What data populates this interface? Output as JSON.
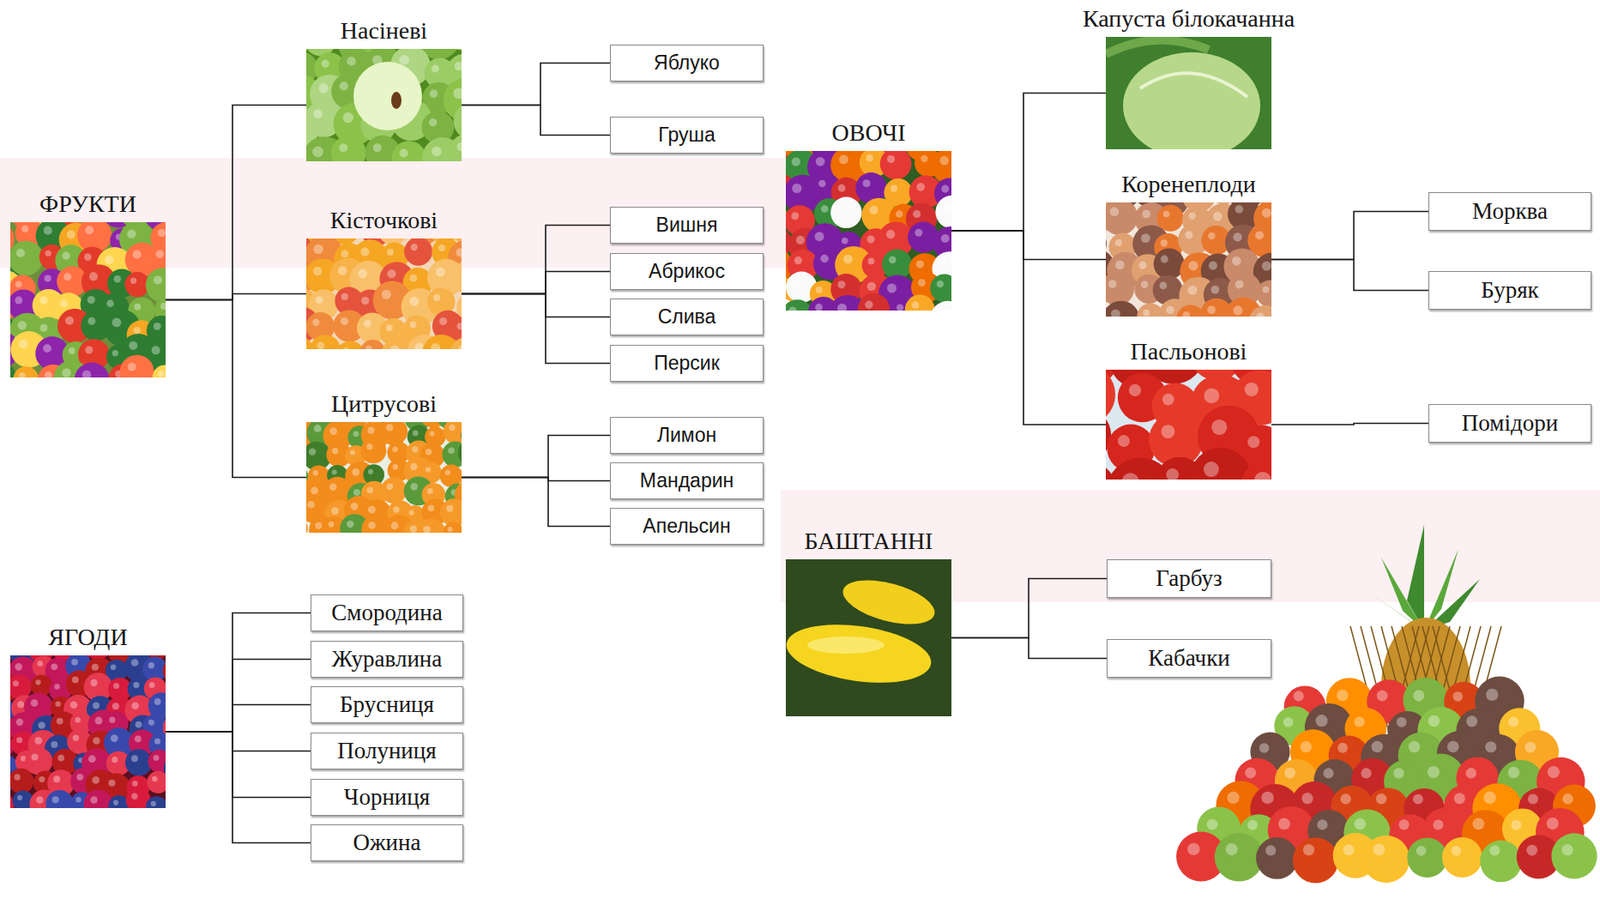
{
  "diagram": {
    "nodes": [
      {
        "text": [
          "ФРУКТИ"
        ]
      },
      {
        "text": [
          "Насіневі"
        ]
      },
      {
        "text": [
          "Яблуко"
        ]
      },
      {
        "text": [
          "Груша"
        ]
      },
      {
        "text": [
          "Кісточкові"
        ]
      },
      {
        "text": [
          "Вишня"
        ]
      },
      {
        "text": [
          "Абрикос"
        ]
      },
      {
        "text": [
          "Слива"
        ]
      },
      {
        "text": [
          "Персик"
        ]
      },
      {
        "text": [
          "Цитрусові"
        ]
      },
      {
        "text": [
          "Лимон"
        ]
      },
      {
        "text": [
          "Мандарин"
        ]
      },
      {
        "text": [
          "Апельсин"
        ]
      },
      {
        "text": [
          "ЯГОДИ"
        ]
      },
      {
        "text": [
          "Смородина"
        ]
      },
      {
        "text": [
          "Журавлина"
        ]
      },
      {
        "text": [
          "Брусниця"
        ]
      },
      {
        "text": [
          "Полуниця"
        ]
      },
      {
        "text": [
          "Чорниця"
        ]
      },
      {
        "text": [
          "Ожина"
        ]
      },
      {
        "text": [
          "ОВОЧІ"
        ]
      },
      {
        "text": [
          "Капуста білокачанна"
        ]
      },
      {
        "text": [
          "Коренеплоди"
        ]
      },
      {
        "text": [
          "Морква"
        ]
      },
      {
        "text": [
          "Буряк"
        ]
      },
      {
        "text": [
          "Пасльонові"
        ]
      },
      {
        "text": [
          "Помідори"
        ]
      },
      {
        "text": [
          "БАШТАННІ"
        ]
      },
      {
        "text": [
          "Гарбуз"
        ]
      },
      {
        "text": [
          "Кабачки"
        ]
      }
    ],
    "edges": [
      {
        "from": 0,
        "to": 1,
        "arrow": "none"
      },
      {
        "from": 0,
        "to": 4,
        "arrow": "none"
      },
      {
        "from": 0,
        "to": 9,
        "arrow": "none"
      },
      {
        "from": 1,
        "to": 2,
        "arrow": "none"
      },
      {
        "from": 1,
        "to": 3,
        "arrow": "none"
      },
      {
        "from": 4,
        "to": 5,
        "arrow": "none"
      },
      {
        "from": 4,
        "to": 6,
        "arrow": "none"
      },
      {
        "from": 4,
        "to": 7,
        "arrow": "none"
      },
      {
        "from": 4,
        "to": 8,
        "arrow": "none"
      },
      {
        "from": 9,
        "to": 10,
        "arrow": "none"
      },
      {
        "from": 9,
        "to": 11,
        "arrow": "none"
      },
      {
        "from": 9,
        "to": 12,
        "arrow": "none"
      },
      {
        "from": 13,
        "to": 14,
        "arrow": "none"
      },
      {
        "from": 13,
        "to": 15,
        "arrow": "none"
      },
      {
        "from": 13,
        "to": 16,
        "arrow": "none"
      },
      {
        "from": 13,
        "to": 17,
        "arrow": "none"
      },
      {
        "from": 13,
        "to": 18,
        "arrow": "none"
      },
      {
        "from": 13,
        "to": 19,
        "arrow": "none"
      },
      {
        "from": 20,
        "to": 21,
        "arrow": "none"
      },
      {
        "from": 20,
        "to": 22,
        "arrow": "none"
      },
      {
        "from": 20,
        "to": 25,
        "arrow": "none"
      },
      {
        "from": 22,
        "to": 23,
        "arrow": "none"
      },
      {
        "from": 22,
        "to": 24,
        "arrow": "none"
      },
      {
        "from": 25,
        "to": 26,
        "arrow": "none"
      },
      {
        "from": 27,
        "to": 28,
        "arrow": "none"
      },
      {
        "from": 27,
        "to": 29,
        "arrow": "none"
      }
    ]
  }
}
